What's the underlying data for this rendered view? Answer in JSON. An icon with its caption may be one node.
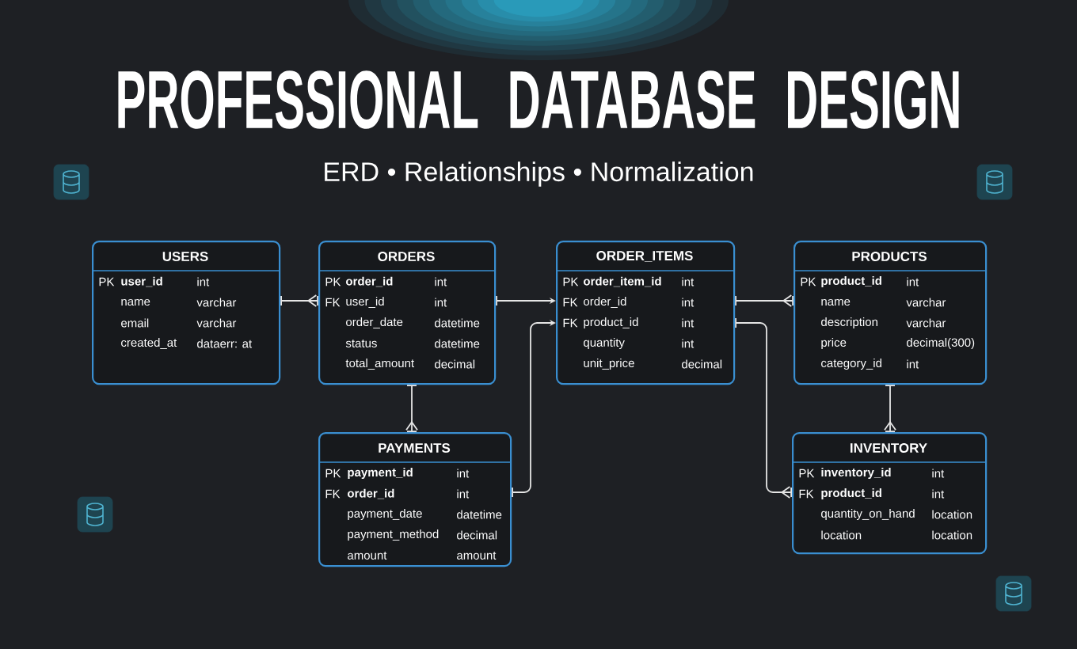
{
  "diagram": {
    "title": "PROFESSIONAL DATABASE DESIGN",
    "nodes": [
      {
        "text": [
          "USERS",
          "PK",
          "user_id",
          "int",
          "name",
          "varchar",
          "email",
          "varchar",
          "created_at",
          "dataerr: at"
        ]
      },
      {
        "text": [
          "ORDERS",
          "PK",
          "order_id",
          "int",
          "FK",
          "user_id",
          "int",
          "order_date",
          "datetime",
          "status",
          "datetime",
          "total_amount",
          "decimal"
        ]
      },
      {
        "text": [
          "ORDER_ITEMS",
          "PK",
          "order_item_id",
          "int",
          "FK",
          "order_id",
          "int",
          "FK",
          "product_id",
          "int",
          "quantity",
          "int",
          "unit_price",
          "decimal"
        ]
      },
      {
        "text": [
          "PRODUCTS",
          "PK",
          "product_id",
          "int",
          "name",
          "varchar",
          "description",
          "varchar",
          "price",
          "decimal(300)",
          "category_id",
          "int"
        ]
      },
      {
        "text": [
          "PAYMENTS",
          "PK",
          "payment_id",
          "int",
          "FK",
          "order_id",
          "int",
          "payment_date",
          "datetime",
          "payment_method",
          "decimal",
          "amount",
          "amount"
        ]
      },
      {
        "text": [
          "INVENTORY",
          "PK",
          "inventory_id",
          "int",
          "FK",
          "product_id",
          "int",
          "quantity_on_hand",
          "location",
          "location",
          "location"
        ]
      }
    ],
    "edges": [
      {
        "from": 0,
        "to": 1,
        "arrow": "other"
      },
      {
        "from": 1,
        "to": 2,
        "arrow": "to"
      },
      {
        "from": 4,
        "to": 2,
        "arrow": "to"
      },
      {
        "from": 2,
        "to": 3,
        "arrow": "other"
      },
      {
        "from": 2,
        "to": 5,
        "arrow": "other"
      },
      {
        "from": 1,
        "to": 4,
        "arrow": "other"
      },
      {
        "from": 3,
        "to": 5,
        "arrow": "other"
      }
    ],
    "labels": [
      "ERD • Relationships • Normalization"
    ]
  }
}
